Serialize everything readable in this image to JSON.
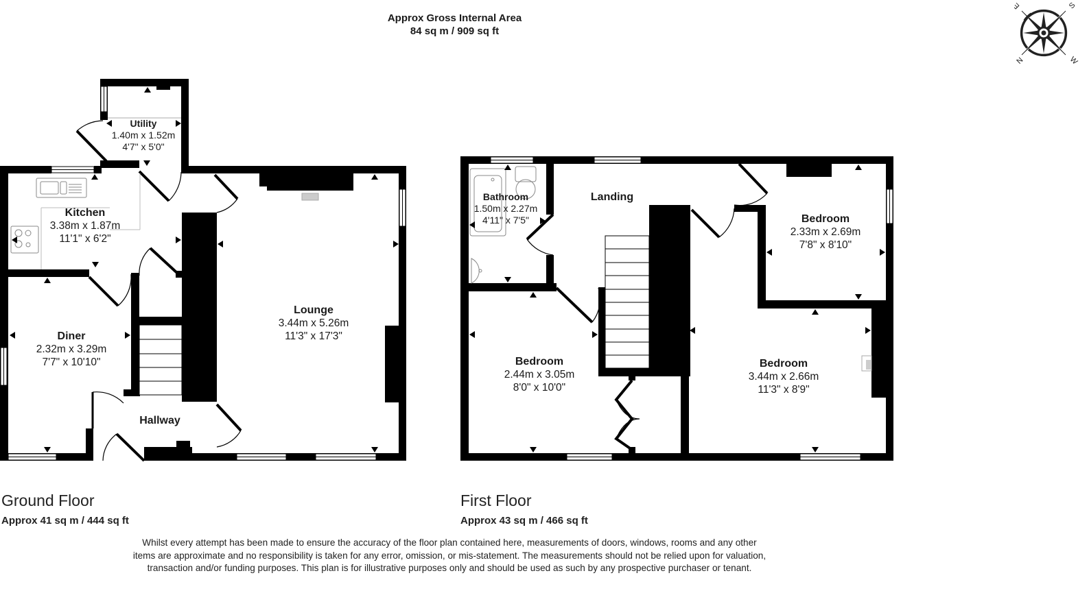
{
  "header": {
    "gross_area_label": "Approx Gross Internal Area",
    "gross_area_value": "84 sq m / 909 sq ft"
  },
  "compass": {
    "icon": "compass-rose-icon",
    "labels": {
      "top_left": "E",
      "top_right": "S",
      "bottom_left": "N",
      "bottom_right": "W"
    }
  },
  "floors": [
    {
      "title": "Ground Floor",
      "area": "Approx 41 sq m / 444 sq ft",
      "rooms": [
        {
          "name": "Utility",
          "metric": "1.40m x 1.52m",
          "imperial": "4'7\" x 5'0\""
        },
        {
          "name": "Kitchen",
          "metric": "3.38m x 1.87m",
          "imperial": "11'1\" x 6'2\""
        },
        {
          "name": "Diner",
          "metric": "2.32m x 3.29m",
          "imperial": "7'7\" x 10'10\""
        },
        {
          "name": "Lounge",
          "metric": "3.44m x 5.26m",
          "imperial": "11'3\" x 17'3\""
        },
        {
          "name": "Hallway"
        }
      ]
    },
    {
      "title": "First Floor",
      "area": "Approx 43 sq m / 466 sq ft",
      "rooms": [
        {
          "name": "Bathroom",
          "metric": "1.50m x 2.27m",
          "imperial": "4'11\" x 7'5\""
        },
        {
          "name": "Landing"
        },
        {
          "name": "Bedroom",
          "metric": "2.33m x 2.69m",
          "imperial": "7'8\" x 8'10\""
        },
        {
          "name": "Bedroom",
          "metric": "2.44m x 3.05m",
          "imperial": "8'0\" x 10'0\""
        },
        {
          "name": "Bedroom",
          "metric": "3.44m x 2.66m",
          "imperial": "11'3\" x 8'9\""
        }
      ]
    }
  ],
  "disclaimer": "Whilst every attempt has been made to ensure the accuracy of the floor plan contained here, measurements of doors, windows, rooms and any other items are approximate and no responsibility is taken for any error, omission, or mis-statement. The measurements should not be relied upon for valuation, transaction and/or funding purposes. This plan is for illustrative purposes only and should be used as such by any prospective purchaser or tenant."
}
